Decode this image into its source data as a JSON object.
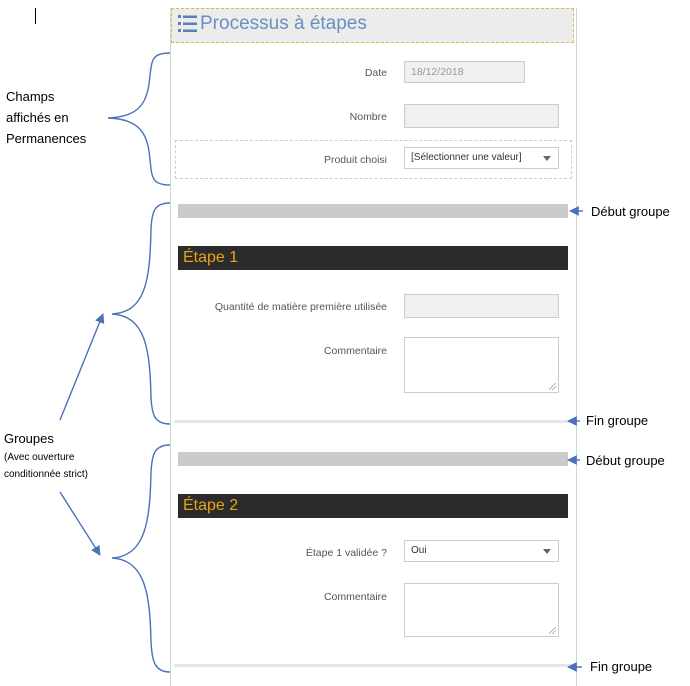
{
  "form": {
    "title": "Processus à étapes",
    "title_icon": "numbered-list-icon",
    "fields": {
      "date_label": "Date",
      "date_value": "18/12/2018",
      "nombre_label": "Nombre",
      "nombre_value": "",
      "produit_label": "Produit choisi",
      "produit_value": "[Sélectionner une valeur]"
    },
    "step1": {
      "title": "Étape 1",
      "quantite_label": "Quantité de matière première utilisée",
      "quantite_value": "",
      "commentaire_label": "Commentaire"
    },
    "step2": {
      "title": "Étape 2",
      "validee_label": "Étape 1 validée ?",
      "validee_value": "Oui",
      "commentaire_label": "Commentaire"
    }
  },
  "annotations": {
    "champs": [
      "Champs",
      "affichés en",
      "Permanences"
    ],
    "groupes": "Groupes",
    "groupes_detail": [
      "(Avec ouverture",
      "conditionnée strict)"
    ],
    "debut_groupe_1": "Début groupe",
    "fin_groupe_1": "Fin groupe",
    "debut_groupe_2": "Début groupe",
    "fin_groupe_2": "Fin groupe"
  },
  "colors": {
    "title_blue": "#6a8fc0",
    "step_text": "#e8a317",
    "step_bg": "#2b2b2b",
    "annotation_line": "#4a72b8"
  }
}
